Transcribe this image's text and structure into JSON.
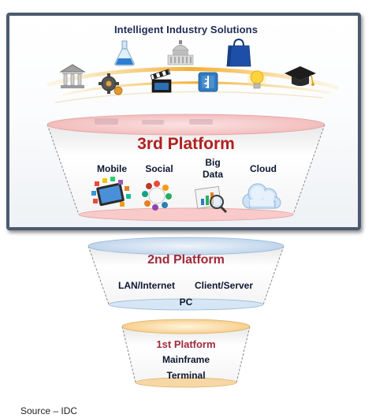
{
  "header": {
    "title": "Intelligent Industry Solutions"
  },
  "platform3": {
    "title": "3rd Platform",
    "items": [
      "Mobile",
      "Social",
      "Big Data",
      "Cloud"
    ]
  },
  "platform2": {
    "title": "2nd Platform",
    "items": [
      "LAN/Internet",
      "Client/Server",
      "PC"
    ]
  },
  "platform1": {
    "title": "1st Platform",
    "items": [
      "Mainframe",
      "Terminal"
    ]
  },
  "footer": {
    "source": "Source – IDC"
  },
  "colors": {
    "frame": "#4b5b6e",
    "platform3_title": "#b21f1f",
    "platform2_title": "#a12a3a",
    "platform1_title": "#a12a3a",
    "text_dark": "#0d1730"
  },
  "icons": [
    "bank-icon",
    "gear-icon",
    "flask-icon",
    "film-clapper-icon",
    "capitol-icon",
    "medical-icon",
    "shopping-bag-icon",
    "lightbulb-icon",
    "graduation-cap-icon"
  ]
}
